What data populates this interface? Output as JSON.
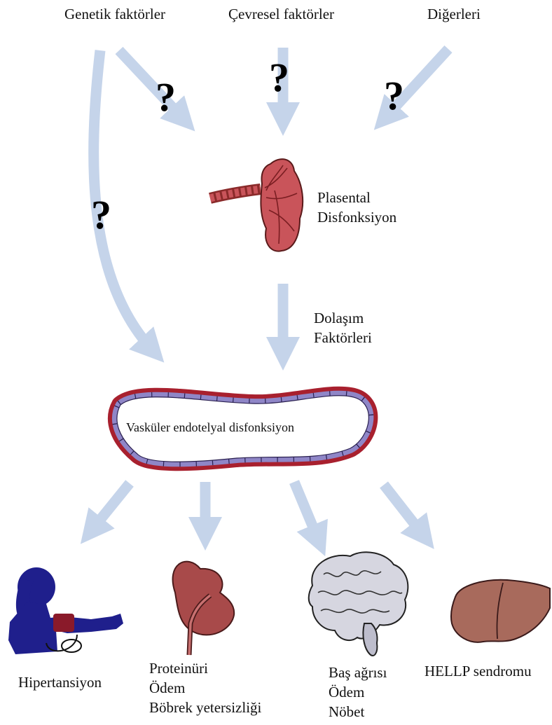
{
  "colors": {
    "arrow": "#c5d4ea",
    "vessel_outer": "#a8202e",
    "vessel_inner": "#8f86c7",
    "placenta": "#c9545a",
    "person": "#1f1f8c",
    "kidney": "#a84a4a",
    "brain": "#d6d6e0",
    "liver": "#a86a5c"
  },
  "icons": {
    "placenta": "placenta-icon",
    "person": "blood-pressure-person-icon",
    "kidney": "kidney-icon",
    "brain": "brain-icon",
    "liver": "liver-icon"
  },
  "top": {
    "genetic": "Genetik faktörler",
    "environmental": "Çevresel faktörler",
    "others": "Diğerleri"
  },
  "question_mark": "?",
  "placenta": {
    "line1": "Plasental",
    "line2": "Disfonksiyon"
  },
  "circulation": {
    "line1": "Dolaşım",
    "line2": "Faktörleri"
  },
  "vessel": {
    "label": "Vasküler endotelyal disfonksiyon"
  },
  "outcomes": {
    "hypertension": "Hipertansiyon",
    "kidney": [
      "Proteinüri",
      "Ödem",
      "Böbrek yetersizliği"
    ],
    "brain": [
      "Baş ağrısı",
      "Ödem",
      "Nöbet"
    ],
    "liver": "HELLP sendromu"
  }
}
